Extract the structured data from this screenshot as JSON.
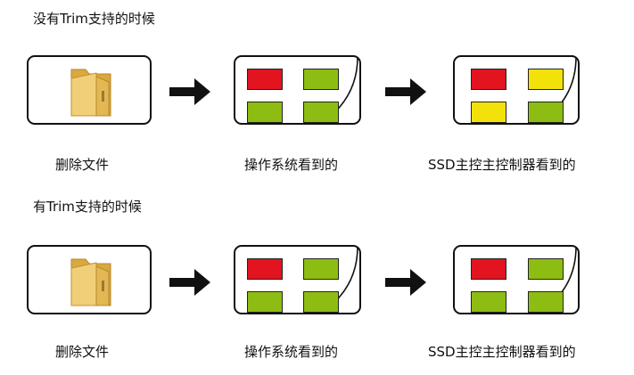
{
  "colors": {
    "red": "#e1141f",
    "green": "#8dbd12",
    "yellow": "#f2e20a",
    "folder": "#e9c46a"
  },
  "sections": [
    {
      "heading": "没有Trim支持的时候",
      "captions": [
        "删除文件",
        "操作系统看到的",
        "SSD主控主控制器看到的"
      ],
      "os_blocks": [
        "red",
        "green",
        "green",
        "green"
      ],
      "ssd_blocks": [
        "red",
        "yellow",
        "yellow",
        "green"
      ]
    },
    {
      "heading": "有Trim支持的时候",
      "captions": [
        "删除文件",
        "操作系统看到的",
        "SSD主控主控制器看到的"
      ],
      "os_blocks": [
        "red",
        "green",
        "green",
        "green"
      ],
      "ssd_blocks": [
        "red",
        "green",
        "green",
        "green"
      ]
    }
  ]
}
